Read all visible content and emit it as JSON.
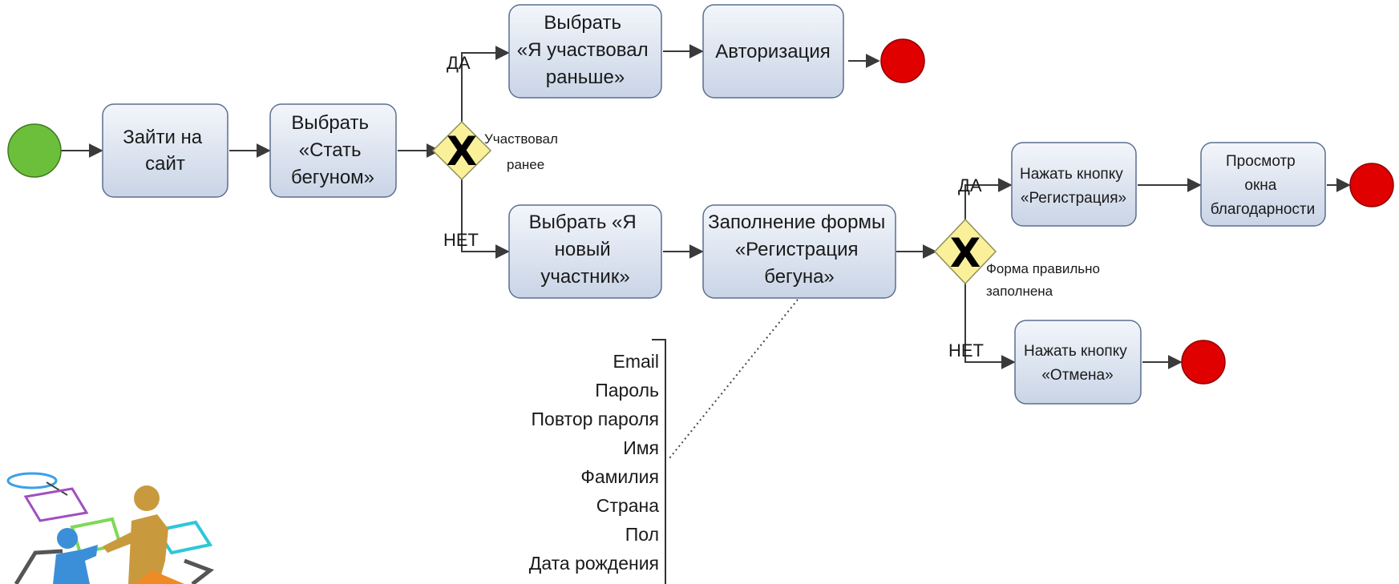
{
  "tasks": {
    "visit_site": [
      "Зайти на",
      "сайт"
    ],
    "become_runner": [
      "Выбрать",
      "«Стать",
      "бегуном»"
    ],
    "participated_before": [
      "Выбрать",
      "«Я участвовал",
      "раньше»"
    ],
    "authorization": [
      "Авторизация"
    ],
    "new_participant": [
      "Выбрать «Я",
      "новый",
      "участник»"
    ],
    "fill_form": [
      "Заполнение формы",
      "«Регистрация",
      "бегуна»"
    ],
    "press_register": [
      "Нажать кнопку",
      "«Регистрация»"
    ],
    "thanks_window": [
      "Просмотр",
      "окна",
      "благодарности"
    ],
    "press_cancel": [
      "Нажать кнопку",
      "«Отмена»"
    ]
  },
  "gateways": {
    "participated": {
      "symbol": "X",
      "note": [
        "Участвовал",
        "ранее"
      ]
    },
    "form_valid": {
      "symbol": "X",
      "note": [
        "Форма правильно",
        "заполнена"
      ]
    }
  },
  "labels": {
    "yes1": "ДА",
    "no1": "НЕТ",
    "yes2": "ДА",
    "no2": "НЕТ"
  },
  "form_fields": [
    "Email",
    "Пароль",
    "Повтор пароля",
    "Имя",
    "Фамилия",
    "Страна",
    "Пол",
    "Дата рождения"
  ],
  "colors": {
    "start_event": "#6cbf3a",
    "end_event": "#e00000",
    "gateway": "#faf09a",
    "task_top": "#f3f6fb",
    "task_bottom": "#c9d4e6"
  },
  "illustration": "flowchart-people-illustration"
}
